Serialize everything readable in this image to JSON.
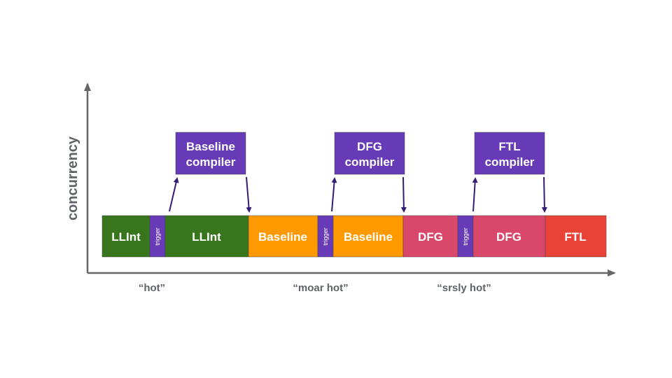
{
  "colors": {
    "llint": "#38761d",
    "baseline": "#ff9900",
    "dfg": "#d9476a",
    "ftl": "#e84336",
    "purple": "#673ab7",
    "arrow": "#351c75",
    "axis": "#666666",
    "hot_text": "#5f6368"
  },
  "axis": {
    "y_label": "concurrency"
  },
  "segments": [
    {
      "label": "LLInt",
      "tier": "llint"
    },
    {
      "label": "trigger",
      "tier": "trigger"
    },
    {
      "label": "LLInt",
      "tier": "llint"
    },
    {
      "label": "Baseline",
      "tier": "baseline"
    },
    {
      "label": "trigger",
      "tier": "trigger"
    },
    {
      "label": "Baseline",
      "tier": "baseline"
    },
    {
      "label": "DFG",
      "tier": "dfg"
    },
    {
      "label": "trigger",
      "tier": "trigger"
    },
    {
      "label": "DFG",
      "tier": "dfg"
    },
    {
      "label": "FTL",
      "tier": "ftl"
    }
  ],
  "compilers": [
    {
      "line1": "Baseline",
      "line2": "compiler"
    },
    {
      "line1": "DFG",
      "line2": "compiler"
    },
    {
      "line1": "FTL",
      "line2": "compiler"
    }
  ],
  "hotness": [
    {
      "label": "“hot”"
    },
    {
      "label": "“moar hot”"
    },
    {
      "label": "“srsly hot”"
    }
  ]
}
